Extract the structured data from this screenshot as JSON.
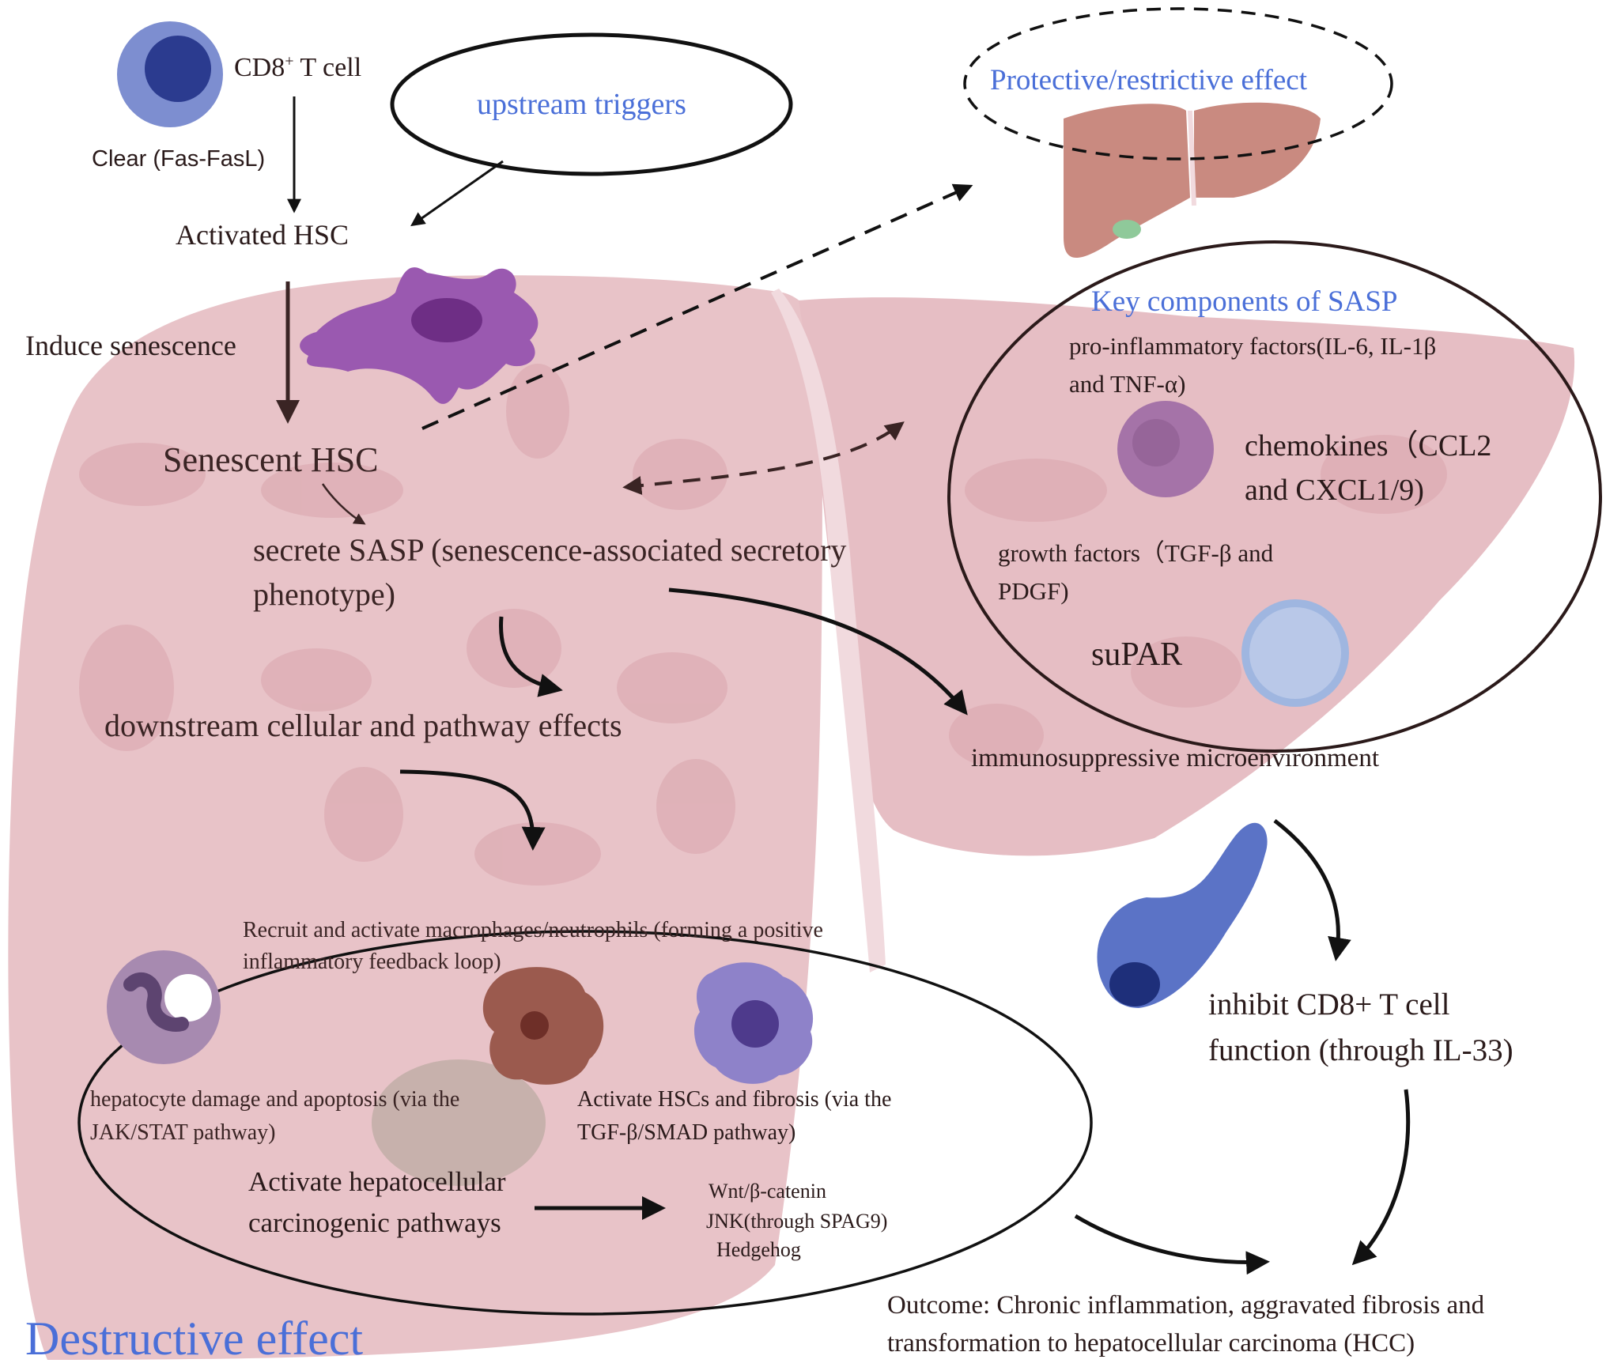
{
  "colors": {
    "liver": "#e8c3c8",
    "liver_dark": "#d9a9b0",
    "title_blue": "#4a6fd8",
    "hsc_purple": "#9a59b0",
    "tcell_blue": "#3a55a8",
    "small_liver": "#c98a80"
  },
  "nodes": {
    "cd8_label": "CD8",
    "cd8_sup": "+",
    "cd8_suffix": "T cell",
    "clear": "Clear (Fas-FasL)",
    "activated_hsc": "Activated HSC",
    "upstream": "upstream triggers",
    "induce": "Induce senescence",
    "senescent": "Senescent HSC",
    "secrete_line1": "secrete SASP (senescence-associated secretory",
    "secrete_line2": "phenotype)",
    "downstream": "downstream cellular and pathway effects",
    "protective": "Protective/restrictive effect",
    "immuno": "immunosuppressive microenvironment",
    "inhibit_line1": "inhibit CD8+ T cell",
    "inhibit_line2": "function (through IL-33)",
    "outcome_line1": "Outcome: Chronic inflammation, aggravated fibrosis and",
    "outcome_line2": "transformation to hepatocellular carcinoma (HCC)",
    "destructive": "Destructive effect"
  },
  "sasp": {
    "title": "Key components of SASP",
    "pro_line1": "pro-inflammatory factors(IL-6, IL-1β",
    "pro_line2": "and TNF-α)",
    "chemo_line1": "chemokines（CCL2",
    "chemo_line2": "and CXCL1/9)",
    "growth_line1": "growth factors（TGF-β and",
    "growth_line2": "PDGF)",
    "supar": "suPAR"
  },
  "effects": {
    "recruit_line1": "Recruit and activate macrophages/neutrophils (forming a positive",
    "recruit_line2": "inflammatory feedback loop)",
    "hepatocyte_line1": "hepatocyte damage and apoptosis (via the",
    "hepatocyte_line2": "JAK/STAT pathway)",
    "activate_hsc_line1": "Activate HSCs and fibrosis (via the",
    "activate_hsc_line2": "TGF-β/SMAD pathway)",
    "carcino_line1": "Activate hepatocellular",
    "carcino_line2": "carcinogenic pathways",
    "pathways": [
      "Wnt/β-catenin",
      "JNK(through SPAG9)",
      "Hedgehog"
    ]
  }
}
